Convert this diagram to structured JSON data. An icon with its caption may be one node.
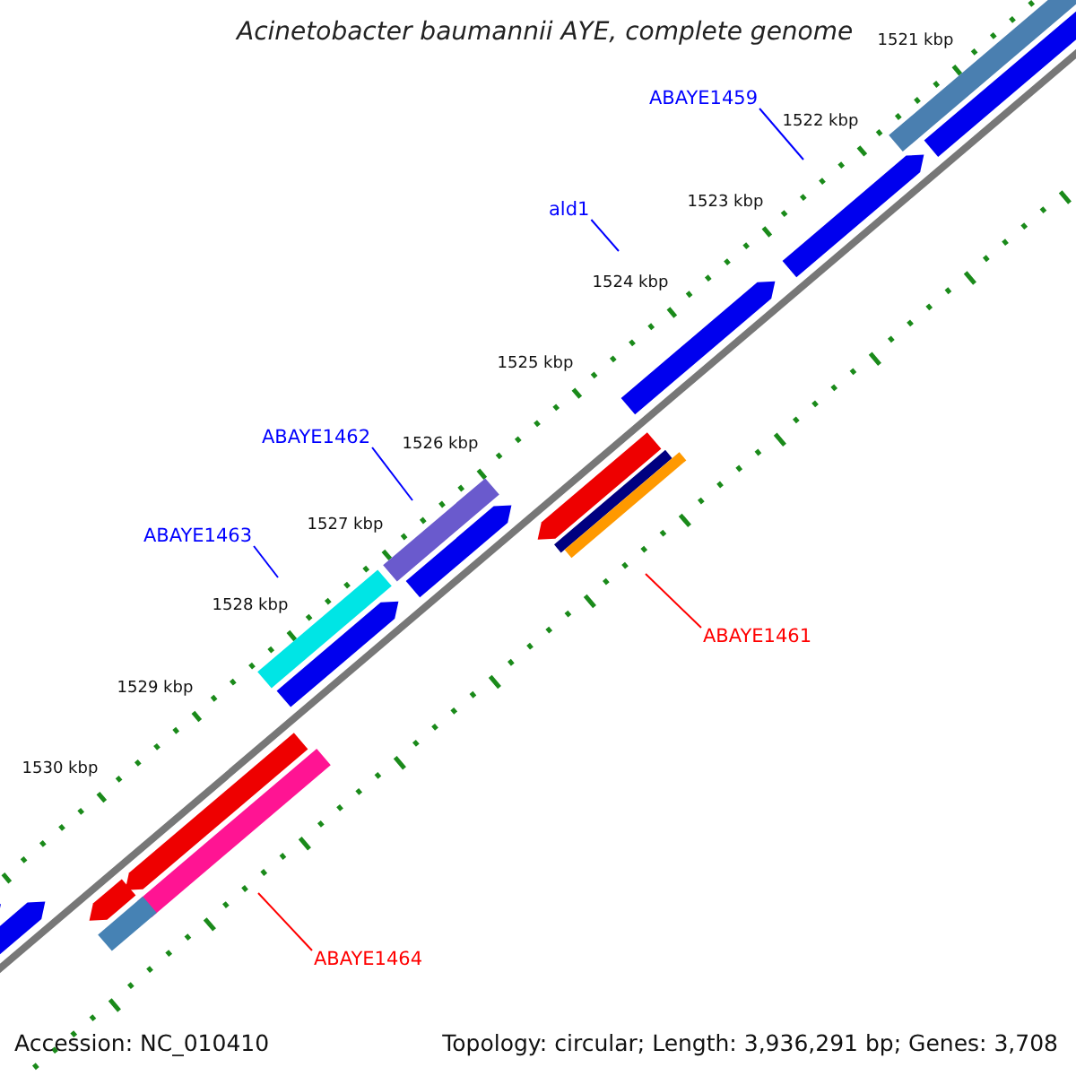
{
  "diagram": {
    "title": "Acinetobacter baumannii AYE, complete genome",
    "nodes": [
      {
        "text": [
          "ABAYE1459"
        ]
      },
      {
        "text": [
          "ald1"
        ]
      },
      {
        "text": [
          "ABAYE1462"
        ]
      },
      {
        "text": [
          "ABAYE1463"
        ]
      },
      {
        "text": [
          "ABAYE1461"
        ]
      },
      {
        "text": [
          "ABAYE1464"
        ]
      }
    ],
    "edges": [
      {
        "from": 0,
        "to": null,
        "arrow": "none"
      },
      {
        "from": 1,
        "to": null,
        "arrow": "none"
      },
      {
        "from": 2,
        "to": null,
        "arrow": "none"
      },
      {
        "from": 3,
        "to": null,
        "arrow": "none"
      },
      {
        "from": 4,
        "to": null,
        "arrow": "none",
        "color": "#ff0000"
      },
      {
        "from": 5,
        "to": null,
        "arrow": "none",
        "color": "#ff0000"
      }
    ],
    "labels": [
      "1521 kbp",
      "1522 kbp",
      "1523 kbp",
      "1524 kbp",
      "1525 kbp",
      "1526 kbp",
      "1527 kbp",
      "1528 kbp",
      "1529 kbp",
      "1530 kbp",
      "Accession: NC_010410",
      "Topology: circular; Length: 3,936,291 bp; Genes: 3,708"
    ]
  }
}
